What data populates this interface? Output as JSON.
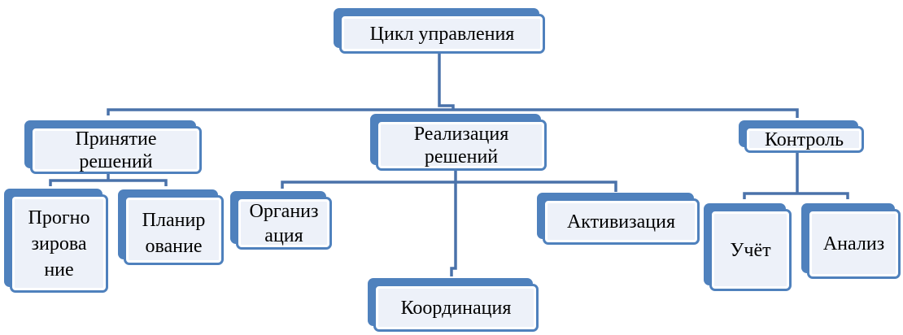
{
  "title": "Цикл управления",
  "colors": {
    "accent": "#4f81bd",
    "fill": "#edf1f9",
    "line": "#4a72aa"
  },
  "nodes": {
    "decision": "Принятие решений",
    "implementation": "Реализация решений",
    "control": "Контроль",
    "forecasting": "Прогнозирование",
    "planning": "Планирование",
    "organization": "Организация",
    "activation": "Активизация",
    "coordination": "Координация",
    "accounting": "Учёт",
    "analysis": "Анализ"
  },
  "display": {
    "forecasting": [
      "Прогно",
      "зирова",
      "ние"
    ],
    "planning": [
      "Планир",
      "ование"
    ],
    "organization": [
      "Организ",
      "ация"
    ],
    "decision": [
      "Принятие",
      "решений"
    ],
    "implementation": [
      "Реализация",
      "решений"
    ]
  }
}
